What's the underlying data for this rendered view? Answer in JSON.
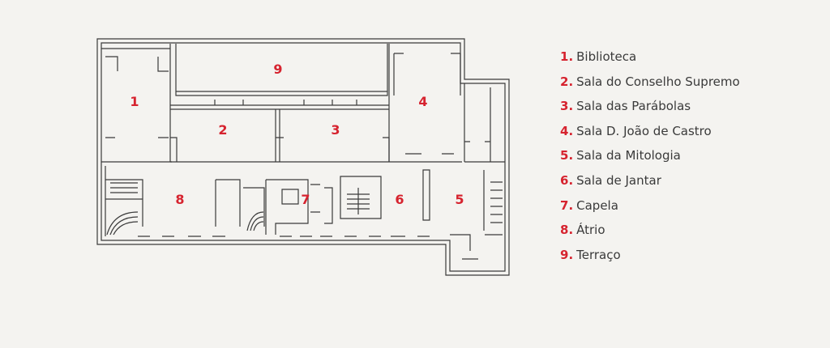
{
  "colors": {
    "background": "#f4f3f0",
    "wall": "#3a3a3a",
    "accent": "#d6232f",
    "text": "#3a3a3a"
  },
  "rooms": [
    {
      "number": "1",
      "name": "Biblioteca"
    },
    {
      "number": "2",
      "name": "Sala do Conselho Supremo"
    },
    {
      "number": "3",
      "name": "Sala das Parábolas"
    },
    {
      "number": "4",
      "name": "Sala D. João de Castro"
    },
    {
      "number": "5",
      "name": "Sala da Mitologia"
    },
    {
      "number": "6",
      "name": "Sala de Jantar"
    },
    {
      "number": "7",
      "name": "Capela"
    },
    {
      "number": "8",
      "name": "Átrio"
    },
    {
      "number": "9",
      "name": "Terraço"
    }
  ]
}
